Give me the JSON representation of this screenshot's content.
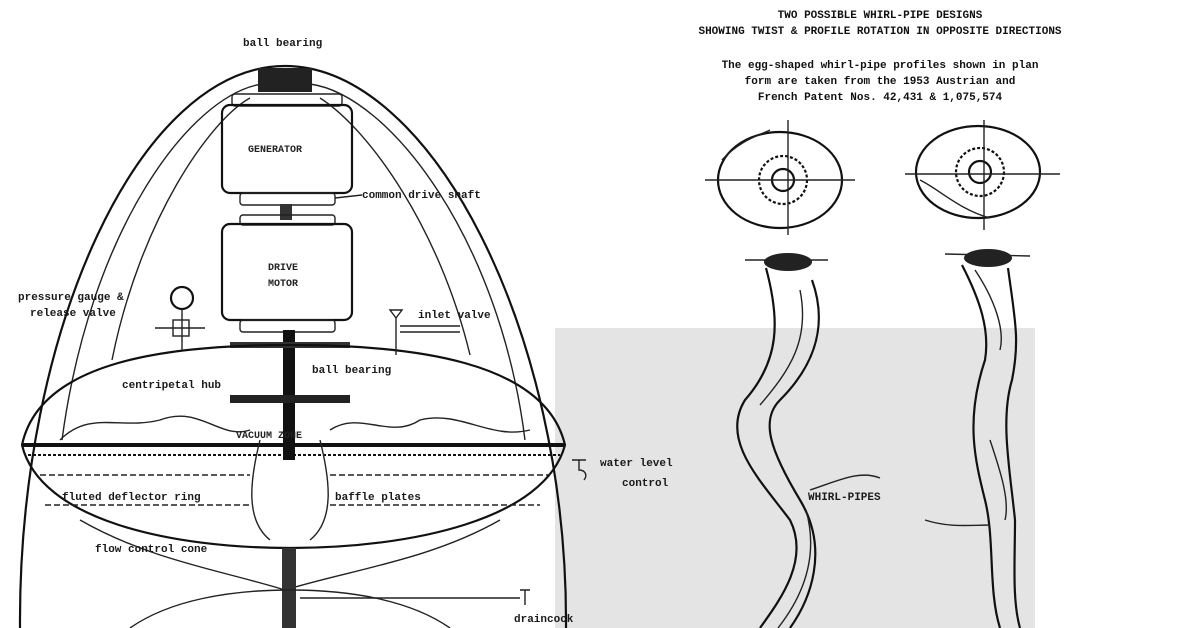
{
  "title": {
    "line1": "TWO POSSIBLE WHIRL-PIPE DESIGNS",
    "line2": "SHOWING TWIST & PROFILE ROTATION IN OPPOSITE DIRECTIONS"
  },
  "caption": {
    "line1": "The egg-shaped whirl-pipe profiles shown in plan",
    "line2": "form are taken from the 1953 Austrian and",
    "line3": "French Patent Nos. 42,431 & 1,075,574"
  },
  "labels": {
    "ball_bearing_top": "ball bearing",
    "generator": "GENERATOR",
    "common_drive_shaft": "common drive shaft",
    "drive_motor_1": "DRIVE",
    "drive_motor_2": "MOTOR",
    "pressure_gauge_1": "pressure gauge &",
    "pressure_gauge_2": "release valve",
    "inlet_valve": "inlet valve",
    "ball_bearing_mid": "ball bearing",
    "centripetal_hub": "centripetal hub",
    "vacuum_zone": "VACUUM ZONE",
    "water_level_1": "water level",
    "water_level_2": "control",
    "fluted_deflector": "fluted deflector ring",
    "baffle_plates": "baffle plates",
    "flow_control": "flow control cone",
    "drain_cock": "draincock",
    "whirl_pipes": "WHIRL-PIPES"
  },
  "colors": {
    "ink": "#111111",
    "paper": "#ffffff",
    "scan_gray": "#e4e4e4"
  }
}
